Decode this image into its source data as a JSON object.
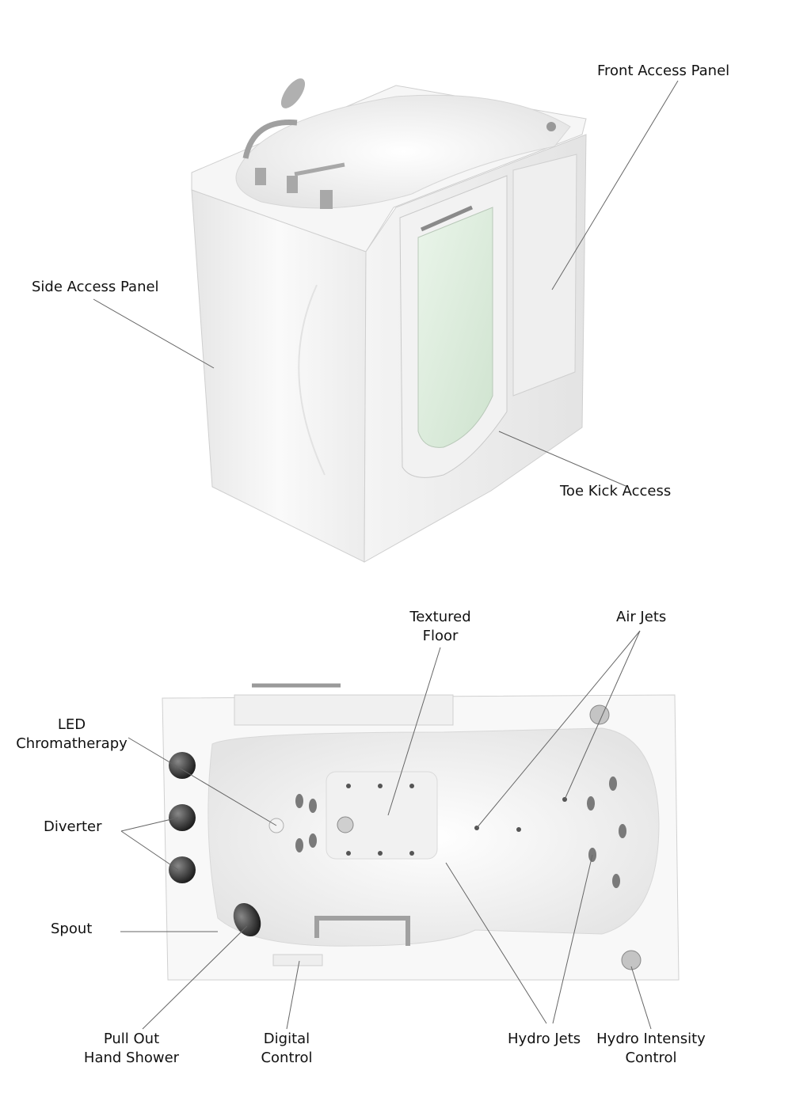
{
  "top_view": {
    "callouts": {
      "front_access_panel": "Front Access Panel",
      "side_access_panel": "Side Access Panel",
      "toe_kick_access": "Toe Kick Access"
    }
  },
  "overhead_view": {
    "callouts": {
      "textured_floor_line1": "Textured",
      "textured_floor_line2": "Floor",
      "air_jets": "Air Jets",
      "led_line1": "LED",
      "led_line2": "Chromatherapy",
      "diverter": "Diverter",
      "spout": "Spout",
      "hand_shower_line1": "Pull Out",
      "hand_shower_line2": "Hand Shower",
      "digital_control_line1": "Digital",
      "digital_control_line2": "Control",
      "hydro_jets": "Hydro Jets",
      "hydro_intensity_line1": "Hydro Intensity",
      "hydro_intensity_line2": "Control"
    }
  },
  "colors": {
    "tub_white": "#f7f7f7",
    "tub_shadow": "#d9d9d9",
    "glass": "#d9ecd9",
    "chrome": "#9a9a9a",
    "leader_line": "#666666"
  }
}
